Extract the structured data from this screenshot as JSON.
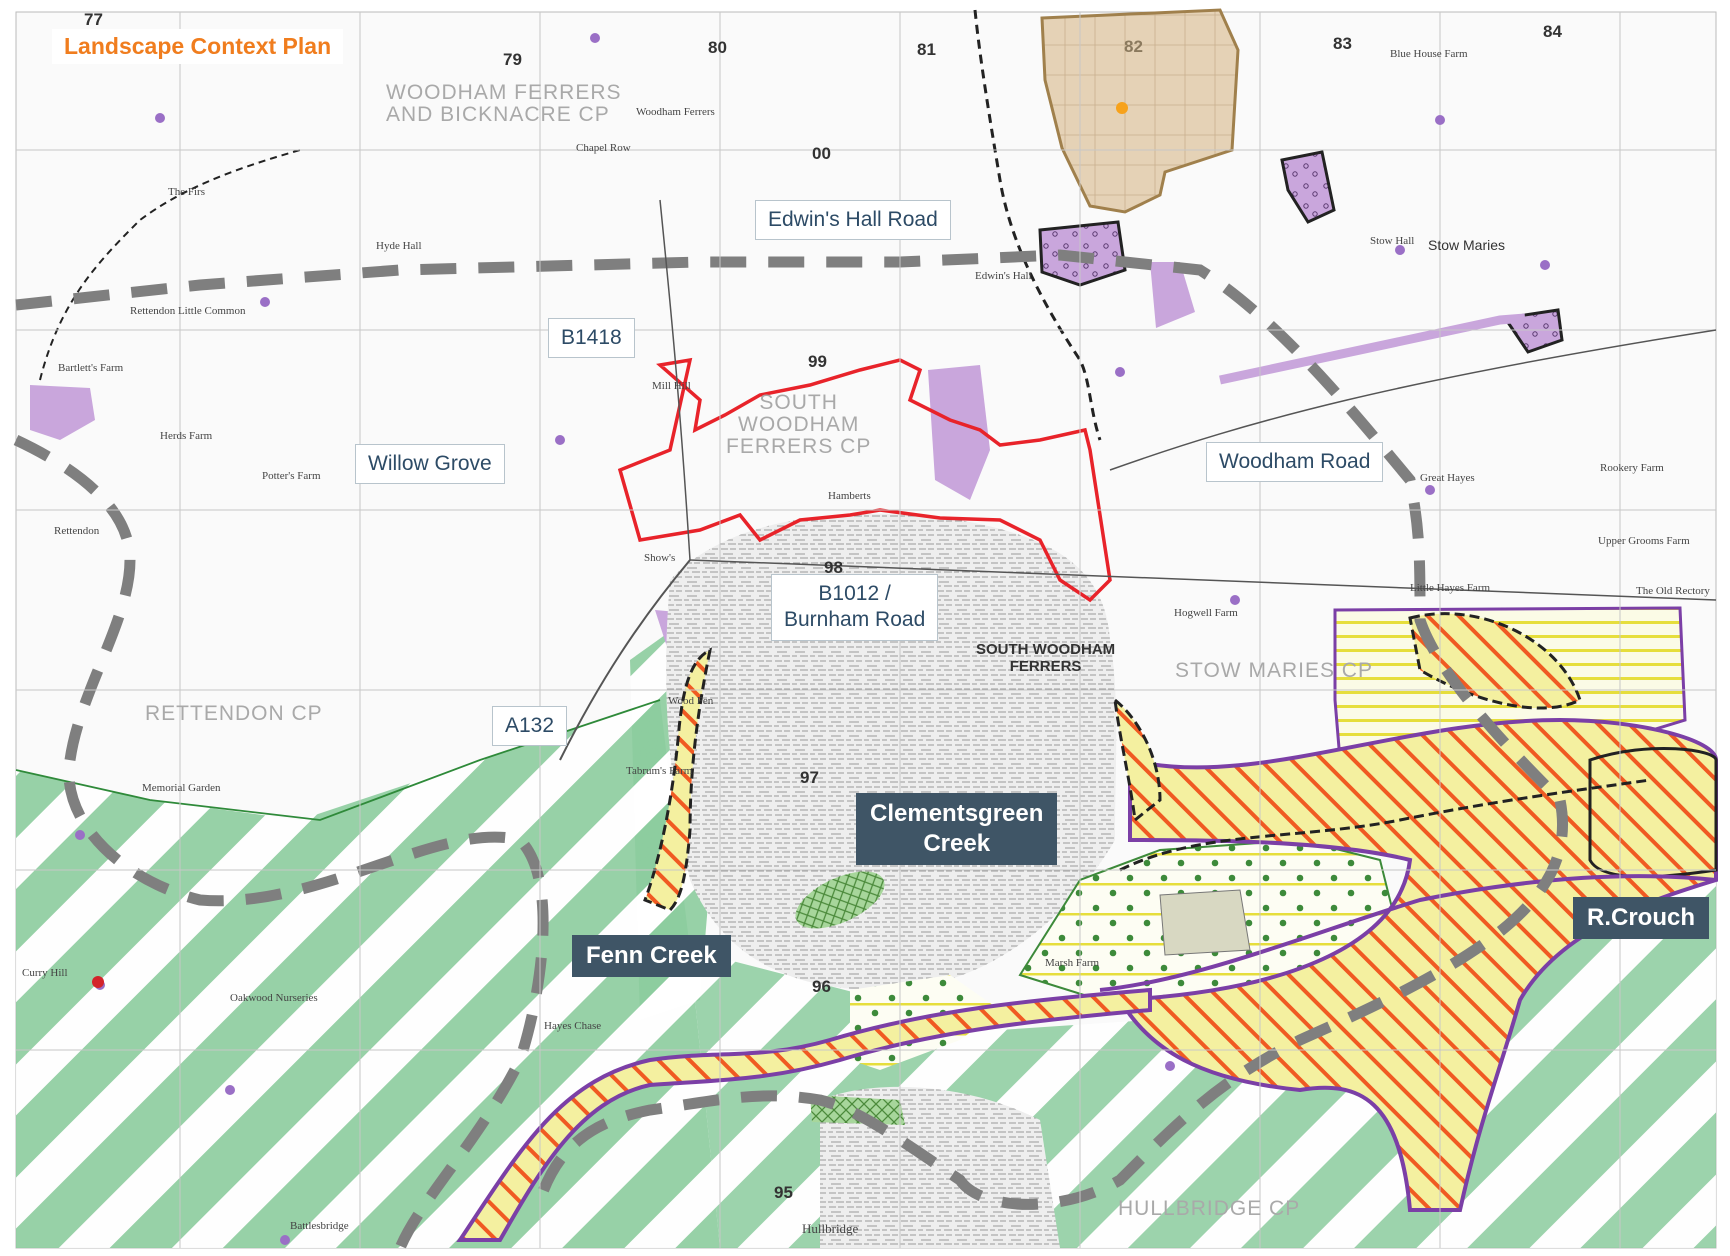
{
  "title": "Landscape Context Plan",
  "road_labels": {
    "edwins_hall_road": "Edwin's Hall Road",
    "b1418": "B1418",
    "willow_grove": "Willow Grove",
    "woodham_road": "Woodham Road",
    "b1012_line1": "B1012 /",
    "b1012_line2": "Burnham Road",
    "a132": "A132"
  },
  "water_labels": {
    "clementsgreen_line1": "Clementsgreen",
    "clementsgreen_line2": "Creek",
    "fenn_creek": "Fenn Creek",
    "r_crouch": "R.Crouch"
  },
  "grid_numbers": {
    "g77": "77",
    "g79": "79",
    "g80": "80",
    "g81": "81",
    "g82": "82",
    "g83": "83",
    "g84": "84",
    "g00": "00",
    "g99": "99",
    "g98": "98",
    "g97": "97",
    "g96": "96",
    "g95": "95"
  },
  "parishes": {
    "woodham_line1": "WOODHAM FERRERS",
    "woodham_line2": "AND BICKNACRE CP",
    "south_line1": "SOUTH",
    "south_line2": "WOODHAM",
    "south_line3": "FERRERS CP",
    "rettendon": "RETTENDON CP",
    "stow_maries": "STOW MARIES CP",
    "hullbridge": "HULLBRIDGE CP"
  },
  "towns": {
    "swf_line1": "SOUTH WOODHAM",
    "swf_line2": "FERRERS",
    "stow_maries_village": "Stow Maries"
  },
  "places": {
    "woodham_ferrers": "Woodham Ferrers",
    "rettendon": "Rettendon",
    "mill_hill": "Mill Hill",
    "hullbridge": "Hullbridge",
    "rettendon_little_common": "Rettendon Little Common",
    "herds_farm": "Herds Farm",
    "edwins_hall": "Edwin's Hall",
    "marsh_farm": "Marsh Farm",
    "little_hayes_farm": "Little Hayes Farm",
    "hogwell_farm": "Hogwell Farm",
    "curry_hill": "Curry Hill",
    "bartletts_farm": "Bartlett's Farm",
    "potters_farm": "Potter's Farm",
    "blue_house_farm": "Blue House Farm",
    "great_hayes": "Great Hayes",
    "fenn_wood": "Wood Fen",
    "tabrums_farm": "Tabrum's Farm",
    "memorial_garden": "Memorial Garden",
    "hyde_hall": "Hyde Hall",
    "hambertss": "Hamberts",
    "shows": "Show's",
    "oakwood_nurseries": "Oakwood Nurseries",
    "hayes_chase": "Hayes Chase",
    "battlesbridge": "Battlesbridge",
    "the_firs": "The Firs",
    "chapel_row": "Chapel Row",
    "rookery_farm": "Rookery Farm",
    "upper_grooms": "Upper Grooms Farm",
    "stow_hall": "Stow Hall",
    "the_old_rectory": "The Old Rectory"
  },
  "colors": {
    "green_band": "#8ccc9e",
    "green_fill": "#bfe3c7",
    "purple_fill": "#c9a6dc",
    "purple_line": "#7b3fa6",
    "yellow_fill": "#f4f0a0",
    "orange_hatch": "#f05a22",
    "red_boundary": "#e8232a",
    "grey_dash": "#7f7f7f",
    "tan_fill": "#e5d2b6",
    "tan_line": "#a0804c",
    "title_orange": "#f07d1e",
    "label_dark": "#3f5566"
  }
}
